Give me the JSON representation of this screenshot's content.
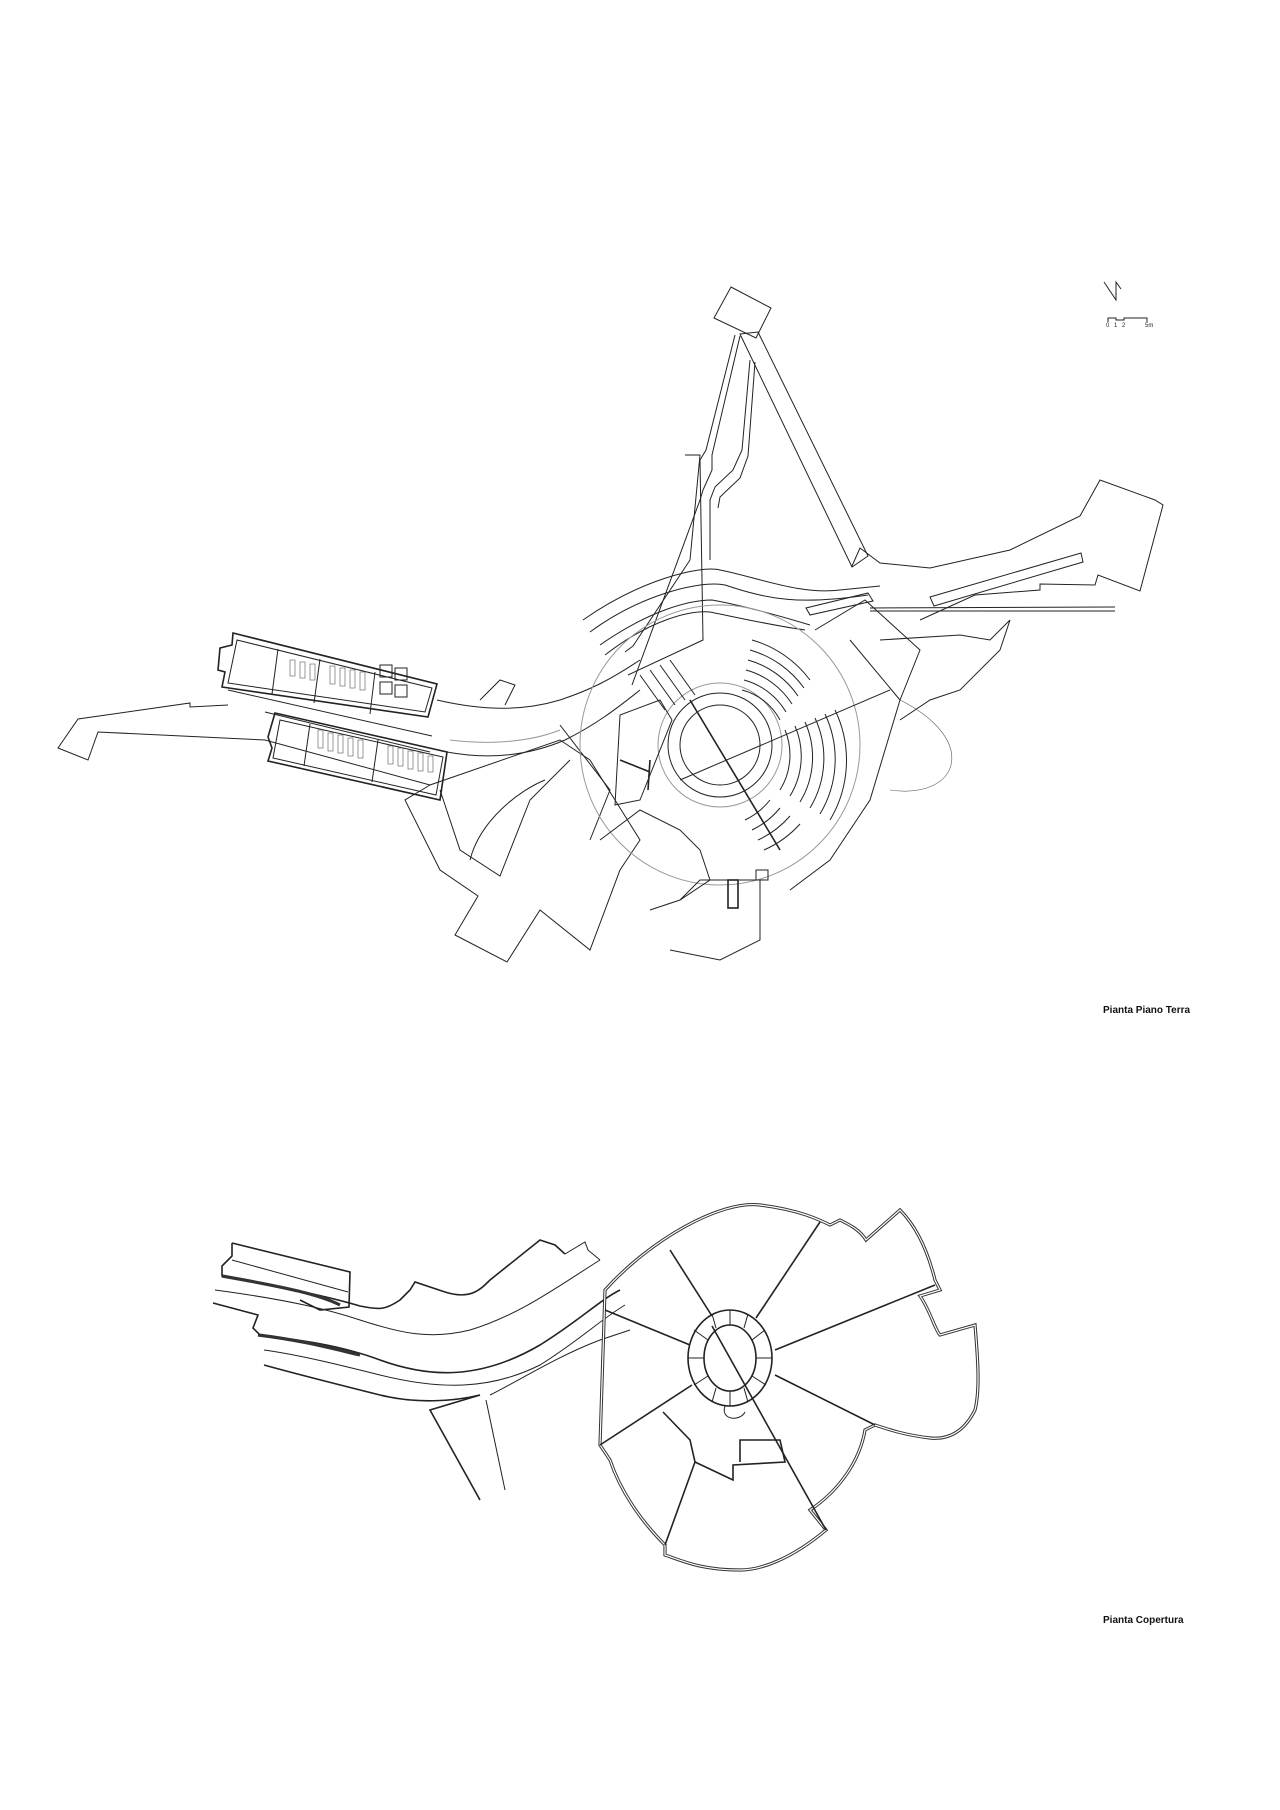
{
  "sheet": {
    "background": "#ffffff",
    "line_color": "#222222"
  },
  "north_arrow": {
    "icon": "north-arrow-icon"
  },
  "scale_bar": {
    "ticks": [
      "0",
      "1",
      "2",
      "5m"
    ]
  },
  "plans": [
    {
      "id": "ground-floor",
      "caption": "Pianta Piano Terra",
      "contents": [
        "classroom wing with desks",
        "curved corridor",
        "circular auditorium with tiered seating",
        "radial sectors",
        "stair core",
        "landscape paths",
        "triangular pier"
      ]
    },
    {
      "id": "roof",
      "caption": "Pianta Copertura",
      "contents": [
        "wavy roof strips",
        "central circular skylight ring",
        "radial roof sectors"
      ]
    }
  ]
}
